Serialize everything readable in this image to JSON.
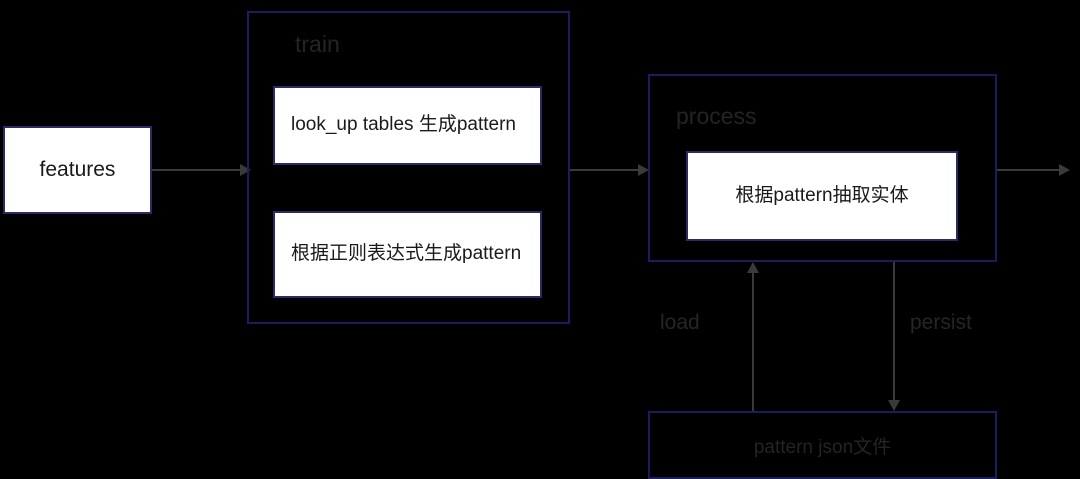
{
  "diagram": {
    "background_color": "#000000",
    "border_color": "#1c1c5e",
    "box_fill": "#ffffff",
    "connector_color": "#3a3a3a",
    "label_color": "#242424"
  },
  "nodes": {
    "features": {
      "label": "features"
    },
    "train_group": {
      "label": "train",
      "steps": [
        {
          "label": "look_up tables 生成pattern"
        },
        {
          "label": "根据正则表达式生成pattern"
        }
      ]
    },
    "process_group": {
      "label": "process",
      "steps": [
        {
          "label": "根据pattern抽取实体"
        }
      ]
    },
    "pattern_store": {
      "label": "pattern json文件"
    }
  },
  "edges": [
    {
      "name": "features-to-train",
      "label": ""
    },
    {
      "name": "train-to-process",
      "label": ""
    },
    {
      "name": "process-to-output",
      "label": ""
    },
    {
      "name": "store-to-process",
      "label": "load"
    },
    {
      "name": "process-to-store",
      "label": "persist"
    }
  ],
  "edge_labels": {
    "load": "load",
    "persist": "persist"
  }
}
